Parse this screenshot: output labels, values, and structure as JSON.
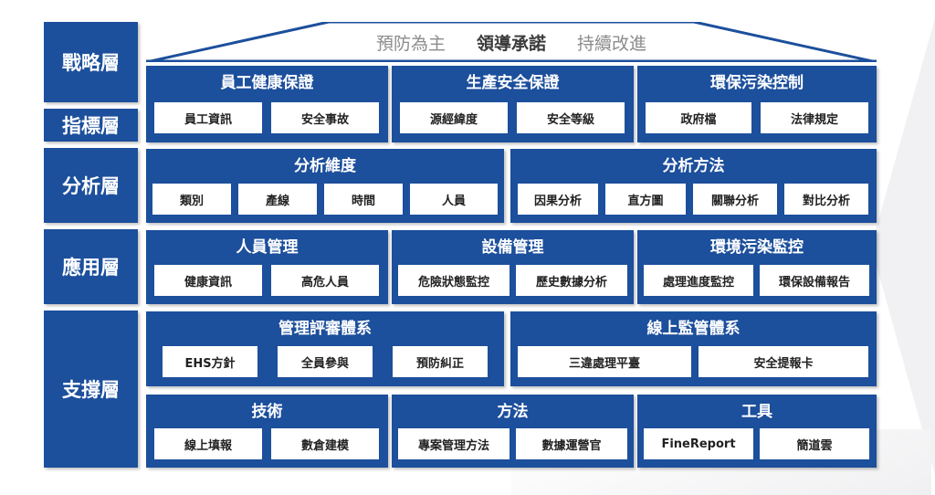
{
  "layers": {
    "strategy": "戰略層",
    "indicator": "指標層",
    "analysis": "分析層",
    "application": "應用層",
    "support": "支撐層"
  },
  "roof": {
    "left": "預防為主",
    "center": "領導承諾",
    "right": "持續改進"
  },
  "indicator_panels": [
    {
      "title": "員工健康保證",
      "items": [
        "員工資訊",
        "安全事故"
      ]
    },
    {
      "title": "生產安全保證",
      "items": [
        "源經緯度",
        "安全等級"
      ]
    },
    {
      "title": "環保污染控制",
      "items": [
        "政府檔",
        "法律規定"
      ]
    }
  ],
  "analysis_panels": [
    {
      "title": "分析維度",
      "items": [
        "類別",
        "產線",
        "時間",
        "人員"
      ]
    },
    {
      "title": "分析方法",
      "items": [
        "因果分析",
        "直方圖",
        "關聯分析",
        "對比分析"
      ]
    }
  ],
  "application_panels": [
    {
      "title": "人員管理",
      "items": [
        "健康資訊",
        "高危人員"
      ]
    },
    {
      "title": "設備管理",
      "items": [
        "危險狀態監控",
        "歷史數據分析"
      ]
    },
    {
      "title": "環境污染監控",
      "items": [
        "處理進度監控",
        "環保設備報告"
      ]
    }
  ],
  "support_panels_top": [
    {
      "title": "管理評審體系",
      "items": [
        "EHS方針",
        "全員參與",
        "預防糾正"
      ]
    },
    {
      "title": "線上監管體系",
      "items": [
        "三違處理平臺",
        "安全提報卡"
      ]
    }
  ],
  "support_panels_bottom": [
    {
      "title": "技術",
      "items": [
        "線上填報",
        "數倉建模"
      ]
    },
    {
      "title": "方法",
      "items": [
        "專案管理方法",
        "數據運營官"
      ]
    },
    {
      "title": "工具",
      "items": [
        "FineReport",
        "簡道雲"
      ]
    }
  ],
  "colors": {
    "panel": "#1c4f9c",
    "roof": "#1c4f9c",
    "chip": "#ffffff"
  }
}
